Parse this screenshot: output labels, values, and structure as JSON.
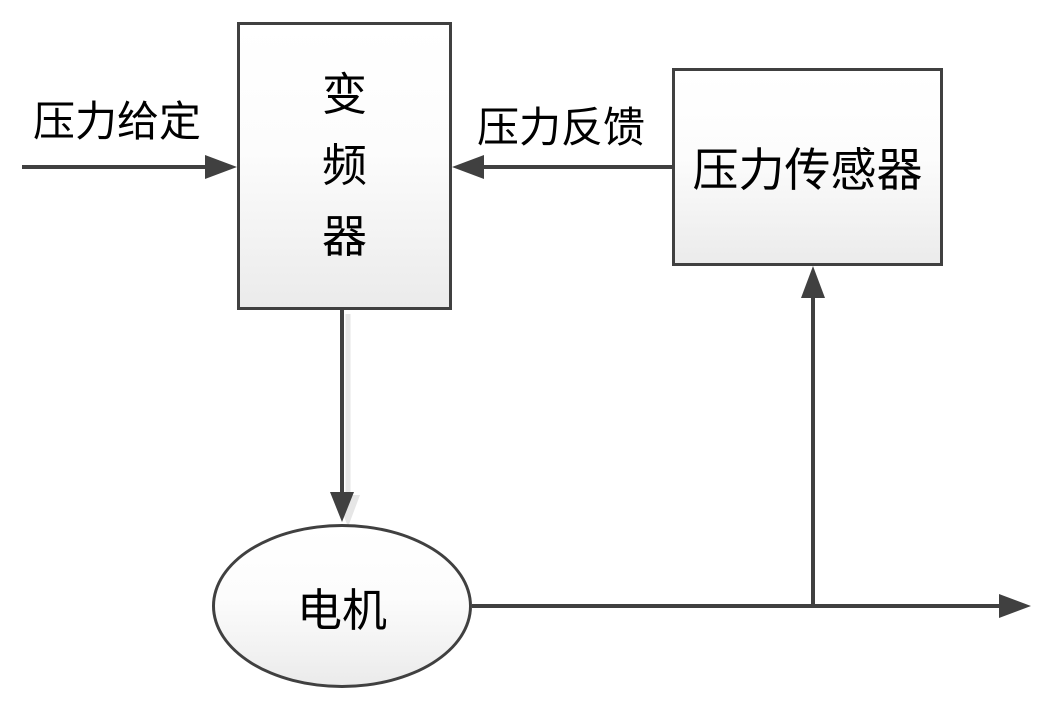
{
  "diagram": {
    "nodes": {
      "inverter": {
        "label": "变频器",
        "lines": [
          "变",
          "频",
          "器"
        ]
      },
      "sensor": {
        "label": "压力传感器"
      },
      "motor": {
        "label": "电机"
      }
    },
    "edges": {
      "setpoint": {
        "label": "压力给定"
      },
      "feedback": {
        "label": "压力反馈"
      }
    },
    "colors": {
      "stroke": "#404040",
      "shape_fill_top": "#ffffff",
      "shape_fill_bottom": "#ebebeb",
      "connector_shadow": "#e6e6e6",
      "text": "#000000",
      "background": "#ffffff"
    }
  }
}
